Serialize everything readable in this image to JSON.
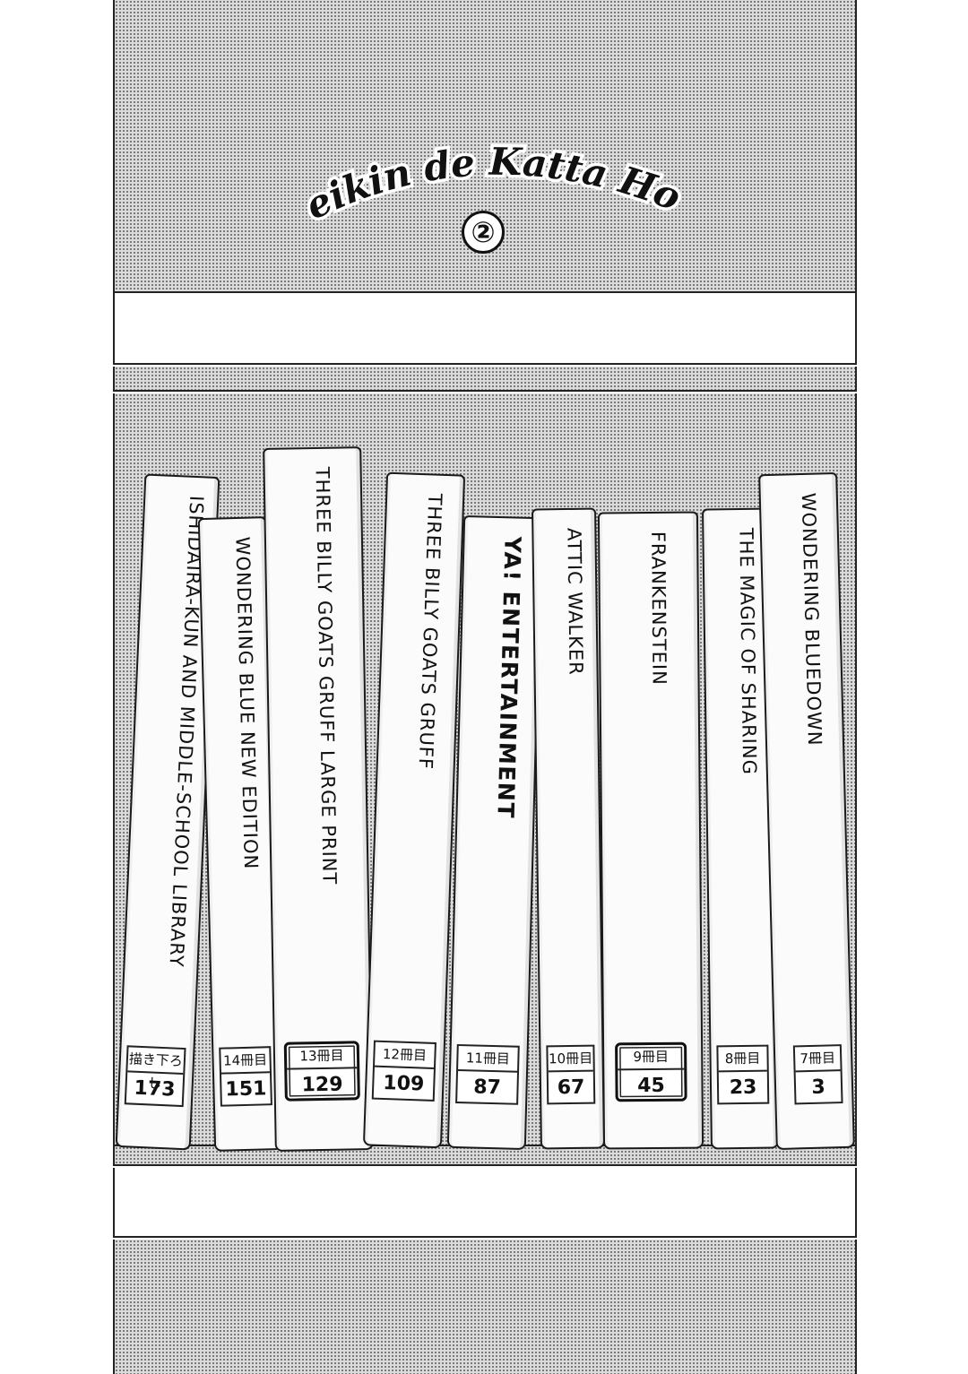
{
  "series_title": "Zeikin de Katta Hon",
  "volume_badge": "②",
  "books": [
    {
      "title": "ISHIDAIRA-KUN AND MIDDLE-SCHOOL LIBRARY",
      "label": "描き下ろし",
      "page": "173",
      "style": "plain"
    },
    {
      "title": "WONDERING BLUE NEW EDITION",
      "label": "14冊目",
      "page": "151",
      "style": "plain"
    },
    {
      "title": "THREE BILLY GOATS GRUFF LARGE PRINT",
      "label": "13冊目",
      "page": "129",
      "style": "boxed"
    },
    {
      "title": "THREE BILLY GOATS GRUFF",
      "label": "12冊目",
      "page": "109",
      "style": "plain"
    },
    {
      "title": "YA! ENTERTAINMENT",
      "label": "11冊目",
      "page": "87",
      "style": "plain"
    },
    {
      "title": "ATTIC WALKER",
      "label": "10冊目",
      "page": "67",
      "style": "plain"
    },
    {
      "title": "FRANKENSTEIN",
      "label": "9冊目",
      "page": "45",
      "style": "boxed"
    },
    {
      "title": "THE MAGIC OF SHARING",
      "label": "8冊目",
      "page": "23",
      "style": "plain"
    },
    {
      "title": "WONDERING BLUEDOWN",
      "label": "7冊目",
      "page": "3",
      "style": "plain"
    }
  ]
}
